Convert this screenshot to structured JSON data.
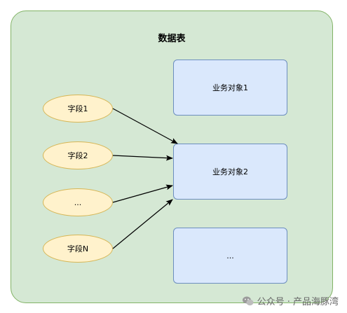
{
  "container": {
    "title": "数据表"
  },
  "objects": [
    {
      "label": "业务对象1"
    },
    {
      "label": "业务对象2"
    },
    {
      "label": "..."
    }
  ],
  "fields": [
    {
      "label": "字段1"
    },
    {
      "label": "字段2"
    },
    {
      "label": "..."
    },
    {
      "label": "字段N"
    }
  ],
  "watermark": {
    "text": "公众号 · 产品海豚湾"
  },
  "colors": {
    "container_fill": "#d5e8d4",
    "container_stroke": "#82b366",
    "object_fill": "#dae8fc",
    "object_stroke": "#6c8ebf",
    "field_fill": "#fff2cc",
    "field_stroke": "#d6b656"
  }
}
